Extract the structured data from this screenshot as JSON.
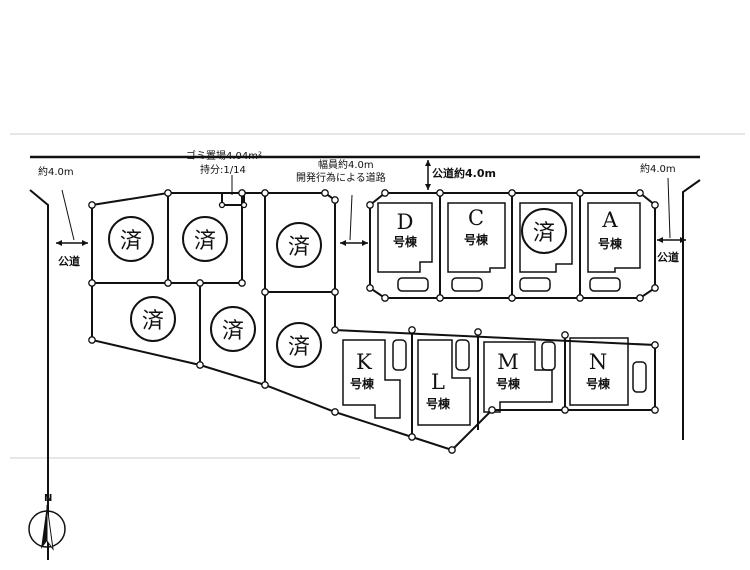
{
  "labels": {
    "road_width_left": "約4.0m",
    "road_width_right": "約4.0m",
    "public_road_left": "公道",
    "public_road_right": "公道",
    "public_road_top": "公道約4.0m",
    "garbage_area": "ゴミ置場4.04m²",
    "garbage_share": "持分:1/14",
    "dev_road_width": "幅員約4.0m",
    "dev_road": "開発行為による道路",
    "compass_n": "N"
  },
  "sold_mark": "済",
  "building_suffix": "号棟",
  "lots": [
    {
      "id": "D",
      "name": "D"
    },
    {
      "id": "C",
      "name": "C"
    },
    {
      "id": "A",
      "name": "A"
    },
    {
      "id": "K",
      "name": "K"
    },
    {
      "id": "L",
      "name": "L"
    },
    {
      "id": "M",
      "name": "M"
    },
    {
      "id": "N",
      "name": "N"
    }
  ]
}
